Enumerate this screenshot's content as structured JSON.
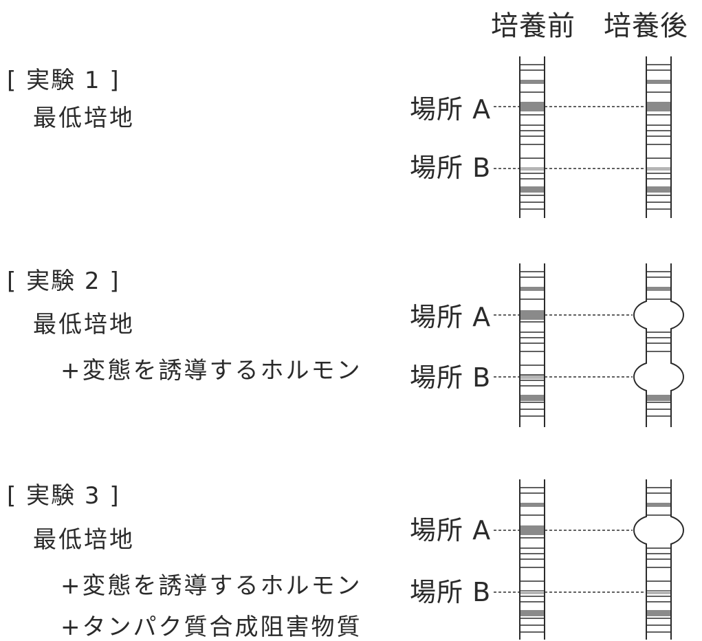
{
  "columns": {
    "before": "培養前",
    "after": "培養後"
  },
  "experiments": [
    {
      "title": "[ 実験 1 ]",
      "conditions": [
        "最低培地"
      ],
      "location_a": "場所 A",
      "location_b": "場所 B",
      "puff_a": false,
      "puff_b": false
    },
    {
      "title": "[ 実験 2 ]",
      "conditions": [
        "最低培地",
        "+変態を誘導するホルモン"
      ],
      "location_a": "場所 A",
      "location_b": "場所 B",
      "puff_a": true,
      "puff_b": true
    },
    {
      "title": "[ 実験 3 ]",
      "conditions": [
        "最低培地",
        "+変態を誘導するホルモン",
        "+タンパク質合成阻害物質"
      ],
      "location_a": "場所 A",
      "location_b": "場所 B",
      "puff_a": true,
      "puff_b": false
    }
  ],
  "colors": {
    "ink": "#2a2a2a",
    "band_dark": "#8a8a8a",
    "band_light": "#b5b5b5"
  }
}
